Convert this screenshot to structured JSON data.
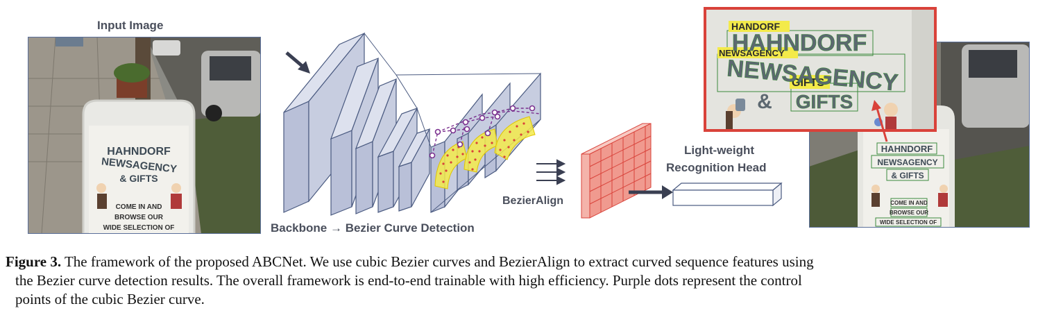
{
  "figure": {
    "input_label": "Input Image",
    "backbone_label": "Backbone → Bezier Curve Detection",
    "bezieralign_label": "BezierAlign",
    "head_label_line1": "Light-weight",
    "head_label_line2": "Recognition Head",
    "sign_lines": [
      "HAHNDORF",
      "NEWSAGENCY",
      "& GIFTS",
      "COME IN AND",
      "BROWSE OUR",
      "WIDE SELECTION OF"
    ],
    "result_tags": [
      "HANDORF",
      "NEWSAGENCY",
      "GIFTS"
    ],
    "result_words": [
      "HAHNDORF",
      "NEWSAGENCY",
      "&",
      "GIFTS"
    ],
    "small_sign_lines": [
      "HAHNDORF",
      "NEWSAGENCY",
      "& GIFTS",
      "COME IN AND",
      "BROWSE OUR",
      "WIDE SELECTION OF"
    ],
    "colors": {
      "accent_red": "#d9423a",
      "feature_map": "#f4b3aa",
      "layer_fill": "#c7cde0",
      "layer_stroke": "#4a5a80",
      "control_points": "#7a2f8e",
      "highlight": "#f3ea4a",
      "box_green": "#3c8a3c"
    }
  },
  "caption": {
    "label": "Figure 3.",
    "line1": " The framework of the proposed ABCNet. We use cubic Bezier curves and BezierAlign to extract curved sequence features using",
    "line2": "the Bezier curve detection results. The overall framework is end-to-end trainable with high efficiency. Purple dots represent the control",
    "line3": "points of the cubic Bezier curve."
  }
}
